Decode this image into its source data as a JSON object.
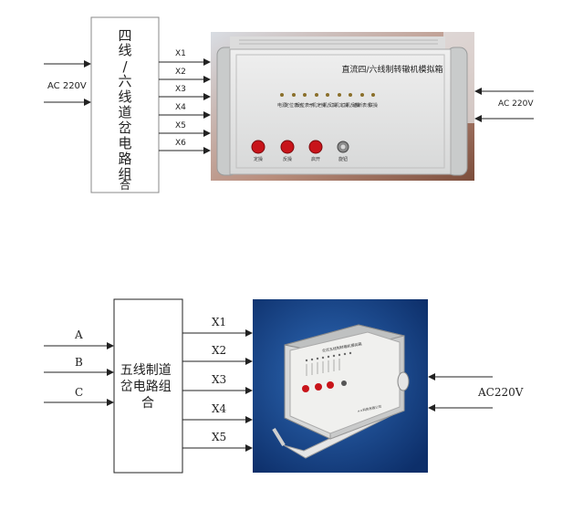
{
  "diagram_top": {
    "block_title_chars": [
      "四",
      "线",
      "/",
      "六",
      "线",
      "道",
      "岔",
      "电",
      "路",
      "组",
      "合"
    ],
    "input_label": "AC 220V",
    "outputs": [
      "X1",
      "X2",
      "X3",
      "X4",
      "X5",
      "X6"
    ],
    "device_title": "直流四/六线制转辙机模拟箱",
    "indicator_labels": [
      "电源",
      "定位表示",
      "反位表示",
      "一机定操",
      "一机反操",
      "二机定操",
      "二机反操",
      "遮断表示",
      "联操"
    ],
    "button_labels": [
      "定操",
      "反操",
      "启开",
      "旋钮"
    ],
    "right_input_label": "AC 220V"
  },
  "diagram_bottom": {
    "inputs": [
      "A",
      "B",
      "C"
    ],
    "block_title": "五线制道岔电路组合",
    "outputs": [
      "X1",
      "X2",
      "X3",
      "X4",
      "X5"
    ],
    "right_input_label": "AC220V",
    "device_title": "交流五线制转辙机模拟箱",
    "device_brand": "××科技有限公司"
  }
}
